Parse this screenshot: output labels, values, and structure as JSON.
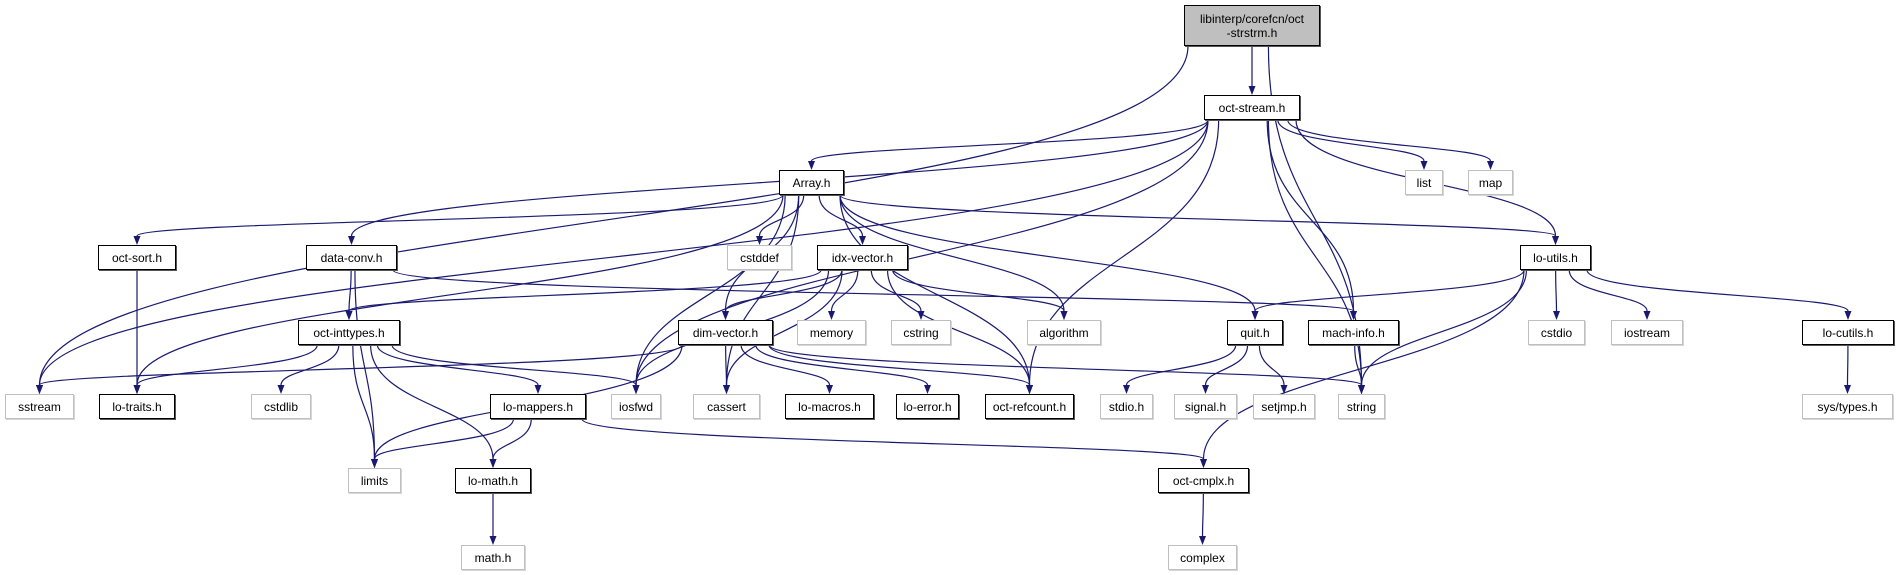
{
  "diagram": {
    "title": "libinterp/corefcn/oct-strstrm.h include dependency graph",
    "edge_color": "#191970",
    "root_fill": "#bfbfbf",
    "internal_border": "#000000",
    "external_border": "#bfbfbf",
    "nodes": [
      {
        "id": "root",
        "label": "libinterp/corefcn/oct\n-strstrm.h",
        "kind": "root"
      },
      {
        "id": "oct-stream",
        "label": "oct-stream.h",
        "kind": "internal"
      },
      {
        "id": "array",
        "label": "Array.h",
        "kind": "internal"
      },
      {
        "id": "list",
        "label": "list",
        "kind": "external"
      },
      {
        "id": "map",
        "label": "map",
        "kind": "external"
      },
      {
        "id": "oct-sort",
        "label": "oct-sort.h",
        "kind": "internal"
      },
      {
        "id": "data-conv",
        "label": "data-conv.h",
        "kind": "internal"
      },
      {
        "id": "cstddef",
        "label": "cstddef",
        "kind": "external"
      },
      {
        "id": "idx-vector",
        "label": "idx-vector.h",
        "kind": "internal"
      },
      {
        "id": "lo-utils",
        "label": "lo-utils.h",
        "kind": "internal"
      },
      {
        "id": "oct-inttypes",
        "label": "oct-inttypes.h",
        "kind": "internal"
      },
      {
        "id": "dim-vector",
        "label": "dim-vector.h",
        "kind": "internal"
      },
      {
        "id": "memory",
        "label": "memory",
        "kind": "external"
      },
      {
        "id": "cstring",
        "label": "cstring",
        "kind": "external"
      },
      {
        "id": "algorithm",
        "label": "algorithm",
        "kind": "external"
      },
      {
        "id": "quit",
        "label": "quit.h",
        "kind": "internal"
      },
      {
        "id": "mach-info",
        "label": "mach-info.h",
        "kind": "internal"
      },
      {
        "id": "cstdio",
        "label": "cstdio",
        "kind": "external"
      },
      {
        "id": "iostream",
        "label": "iostream",
        "kind": "external"
      },
      {
        "id": "lo-cutils",
        "label": "lo-cutils.h",
        "kind": "internal"
      },
      {
        "id": "sstream",
        "label": "sstream",
        "kind": "external"
      },
      {
        "id": "lo-traits",
        "label": "lo-traits.h",
        "kind": "internal"
      },
      {
        "id": "cstdlib",
        "label": "cstdlib",
        "kind": "external"
      },
      {
        "id": "lo-mappers",
        "label": "lo-mappers.h",
        "kind": "internal"
      },
      {
        "id": "iosfwd",
        "label": "iosfwd",
        "kind": "external"
      },
      {
        "id": "cassert",
        "label": "cassert",
        "kind": "external"
      },
      {
        "id": "lo-macros",
        "label": "lo-macros.h",
        "kind": "internal"
      },
      {
        "id": "lo-error",
        "label": "lo-error.h",
        "kind": "internal"
      },
      {
        "id": "oct-refcount",
        "label": "oct-refcount.h",
        "kind": "internal"
      },
      {
        "id": "stdio",
        "label": "stdio.h",
        "kind": "external"
      },
      {
        "id": "signal",
        "label": "signal.h",
        "kind": "external"
      },
      {
        "id": "setjmp",
        "label": "setjmp.h",
        "kind": "external"
      },
      {
        "id": "string",
        "label": "string",
        "kind": "external"
      },
      {
        "id": "sys-types",
        "label": "sys/types.h",
        "kind": "external"
      },
      {
        "id": "limits",
        "label": "limits",
        "kind": "external"
      },
      {
        "id": "lo-math",
        "label": "lo-math.h",
        "kind": "internal"
      },
      {
        "id": "oct-cmplx",
        "label": "oct-cmplx.h",
        "kind": "internal"
      },
      {
        "id": "math",
        "label": "math.h",
        "kind": "external"
      },
      {
        "id": "complex",
        "label": "complex",
        "kind": "external"
      }
    ],
    "edges": [
      [
        "root",
        "sstream"
      ],
      [
        "root",
        "oct-stream"
      ],
      [
        "root",
        "string"
      ],
      [
        "oct-stream",
        "sstream"
      ],
      [
        "oct-stream",
        "data-conv"
      ],
      [
        "oct-stream",
        "array"
      ],
      [
        "oct-stream",
        "iosfwd"
      ],
      [
        "oct-stream",
        "oct-refcount"
      ],
      [
        "oct-stream",
        "list"
      ],
      [
        "oct-stream",
        "map"
      ],
      [
        "oct-stream",
        "lo-utils"
      ],
      [
        "oct-stream",
        "mach-info"
      ],
      [
        "oct-stream",
        "string"
      ],
      [
        "array",
        "oct-sort"
      ],
      [
        "array",
        "lo-traits"
      ],
      [
        "array",
        "iosfwd"
      ],
      [
        "array",
        "cassert"
      ],
      [
        "array",
        "dim-vector"
      ],
      [
        "array",
        "cstddef"
      ],
      [
        "array",
        "idx-vector"
      ],
      [
        "array",
        "algorithm"
      ],
      [
        "array",
        "oct-refcount"
      ],
      [
        "array",
        "quit"
      ],
      [
        "array",
        "lo-utils"
      ],
      [
        "oct-sort",
        "lo-traits"
      ],
      [
        "data-conv",
        "oct-inttypes"
      ],
      [
        "data-conv",
        "limits"
      ],
      [
        "data-conv",
        "mach-info"
      ],
      [
        "idx-vector",
        "oct-inttypes"
      ],
      [
        "idx-vector",
        "iosfwd"
      ],
      [
        "idx-vector",
        "cassert"
      ],
      [
        "idx-vector",
        "dim-vector"
      ],
      [
        "idx-vector",
        "memory"
      ],
      [
        "idx-vector",
        "cstring"
      ],
      [
        "idx-vector",
        "algorithm"
      ],
      [
        "idx-vector",
        "oct-refcount"
      ],
      [
        "lo-utils",
        "quit"
      ],
      [
        "lo-utils",
        "cstdio"
      ],
      [
        "lo-utils",
        "iostream"
      ],
      [
        "lo-utils",
        "lo-cutils"
      ],
      [
        "lo-utils",
        "string"
      ],
      [
        "lo-utils",
        "oct-cmplx"
      ],
      [
        "oct-inttypes",
        "lo-traits"
      ],
      [
        "oct-inttypes",
        "cstdlib"
      ],
      [
        "oct-inttypes",
        "limits"
      ],
      [
        "oct-inttypes",
        "lo-math"
      ],
      [
        "oct-inttypes",
        "lo-mappers"
      ],
      [
        "oct-inttypes",
        "iosfwd"
      ],
      [
        "dim-vector",
        "sstream"
      ],
      [
        "dim-vector",
        "limits"
      ],
      [
        "dim-vector",
        "cassert"
      ],
      [
        "dim-vector",
        "lo-macros"
      ],
      [
        "dim-vector",
        "lo-error"
      ],
      [
        "dim-vector",
        "oct-refcount"
      ],
      [
        "dim-vector",
        "string"
      ],
      [
        "quit",
        "stdio"
      ],
      [
        "quit",
        "signal"
      ],
      [
        "quit",
        "setjmp"
      ],
      [
        "mach-info",
        "string"
      ],
      [
        "lo-cutils",
        "sys-types"
      ],
      [
        "lo-mappers",
        "limits"
      ],
      [
        "lo-mappers",
        "lo-math"
      ],
      [
        "lo-mappers",
        "oct-cmplx"
      ],
      [
        "lo-math",
        "math"
      ],
      [
        "oct-cmplx",
        "complex"
      ]
    ]
  }
}
